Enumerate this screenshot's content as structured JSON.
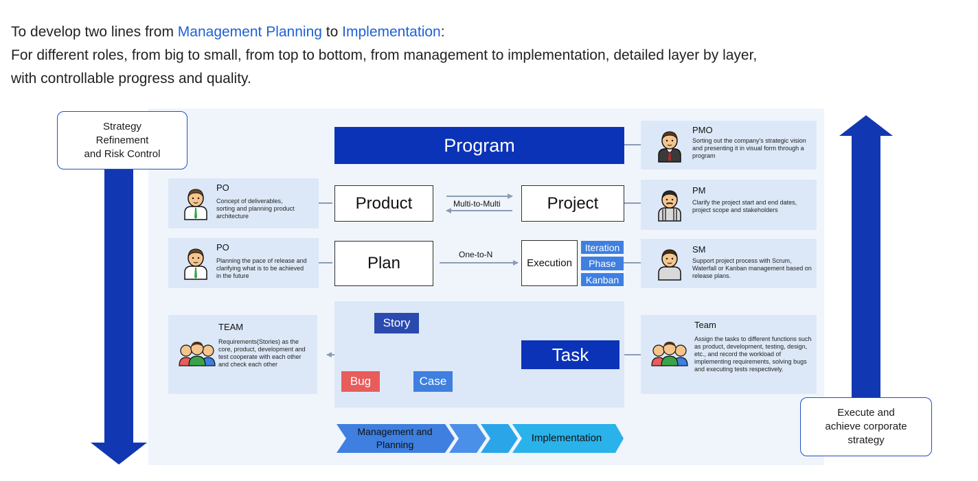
{
  "intro": {
    "prefix": "To develop two lines from ",
    "highlight1": "Management Planning",
    "middle": " to ",
    "highlight2": "Implementation",
    "suffix": ":",
    "line2": "For different roles, from big to small, from top to bottom, from management to implementation, detailed layer by layer,",
    "line3": "with controllable progress and quality."
  },
  "left_box": {
    "line1": "Strategy",
    "line2": "Refinement",
    "line3": "and Risk Control"
  },
  "right_box": {
    "line1": "Execute and",
    "line2": "achieve corporate",
    "line3": "strategy"
  },
  "program": "Program",
  "product": "Product",
  "project": "Project",
  "multi_label": "Multi-to-Multi",
  "plan": "Plan",
  "one_to_n": "One-to-N",
  "execution": "Execution",
  "tags": [
    "Iteration",
    "Phase",
    "Kanban"
  ],
  "story": "Story",
  "bug": "Bug",
  "case": "Case",
  "task": "Task",
  "chevrons": {
    "management": "Management and Planning",
    "implementation": "Implementation"
  },
  "roles": {
    "pmo": {
      "title": "PMO",
      "desc": "Sorting out the company's strategic vision and presenting it in visual form through a program"
    },
    "po1": {
      "title": "PO",
      "desc": "Concept of deliverables, sorting and planning product architecture"
    },
    "pm": {
      "title": "PM",
      "desc": "Clarify the project start and end dates, project scope and stakeholders"
    },
    "po2": {
      "title": "PO",
      "desc": "Planning the pace of release and clarifying what is to be achieved in the future"
    },
    "sm": {
      "title": "SM",
      "desc": "Support project process with Scrum, Waterfall or Kanban management based on release plans."
    },
    "team_left": {
      "title": "TEAM",
      "desc": "Requirements(Stories) as the core, product, development and test cooperate with each other and check each other"
    },
    "team_right": {
      "title": "Team",
      "desc": "Assign the tasks to different functions such as product, development, testing, design, etc., and record the workload of implementing requirements, solving bugs and executing tests respectively."
    }
  },
  "colors": {
    "dark_blue": "#0b33b8",
    "arrow_blue": "#1237b3",
    "mid_blue": "#3e7fe0",
    "story_blue": "#2b4ab0",
    "bug_red": "#e85c5c",
    "role_bg": "#dce8f7",
    "panel_bg": "#f0f5fc",
    "connector": "#8a9bb5"
  }
}
